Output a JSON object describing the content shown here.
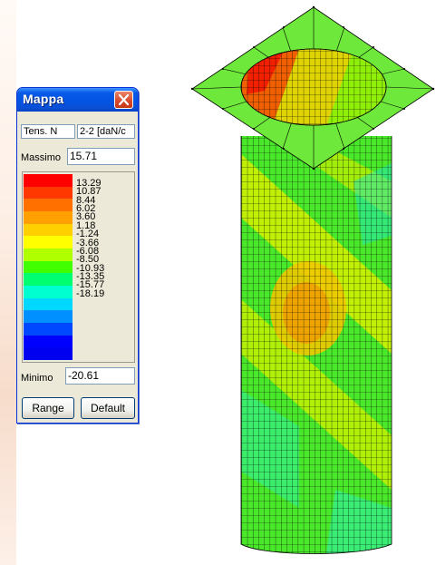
{
  "window": {
    "title": "Mappa",
    "quantity": "Tens. N",
    "component": "2-2 [daN/c",
    "max_label": "Massimo",
    "max_value": "15.71",
    "min_label": "Minimo",
    "min_value": "-20.61",
    "range_button": "Range",
    "default_button": "Default"
  },
  "legend": {
    "values": [
      "13.29",
      "10.87",
      "8.44",
      "6.02",
      "3.60",
      "1.18",
      "-1.24",
      "-3.66",
      "-6.08",
      "-8.50",
      "-10.93",
      "-13.35",
      "-15.77",
      "-18.19"
    ],
    "colors": [
      "#ff0000",
      "#ff3800",
      "#ff7000",
      "#ffa000",
      "#ffd000",
      "#ffff00",
      "#b0ff00",
      "#40ff00",
      "#00ff70",
      "#00ffd0",
      "#00d8ff",
      "#0090ff",
      "#0048ff",
      "#0000ff",
      "#0000f0"
    ]
  },
  "model_colors": {
    "green": "#4ae82a",
    "yellow": "#e8f000",
    "orange": "#f0a000",
    "red": "#f02000",
    "mesh": "#000000"
  }
}
